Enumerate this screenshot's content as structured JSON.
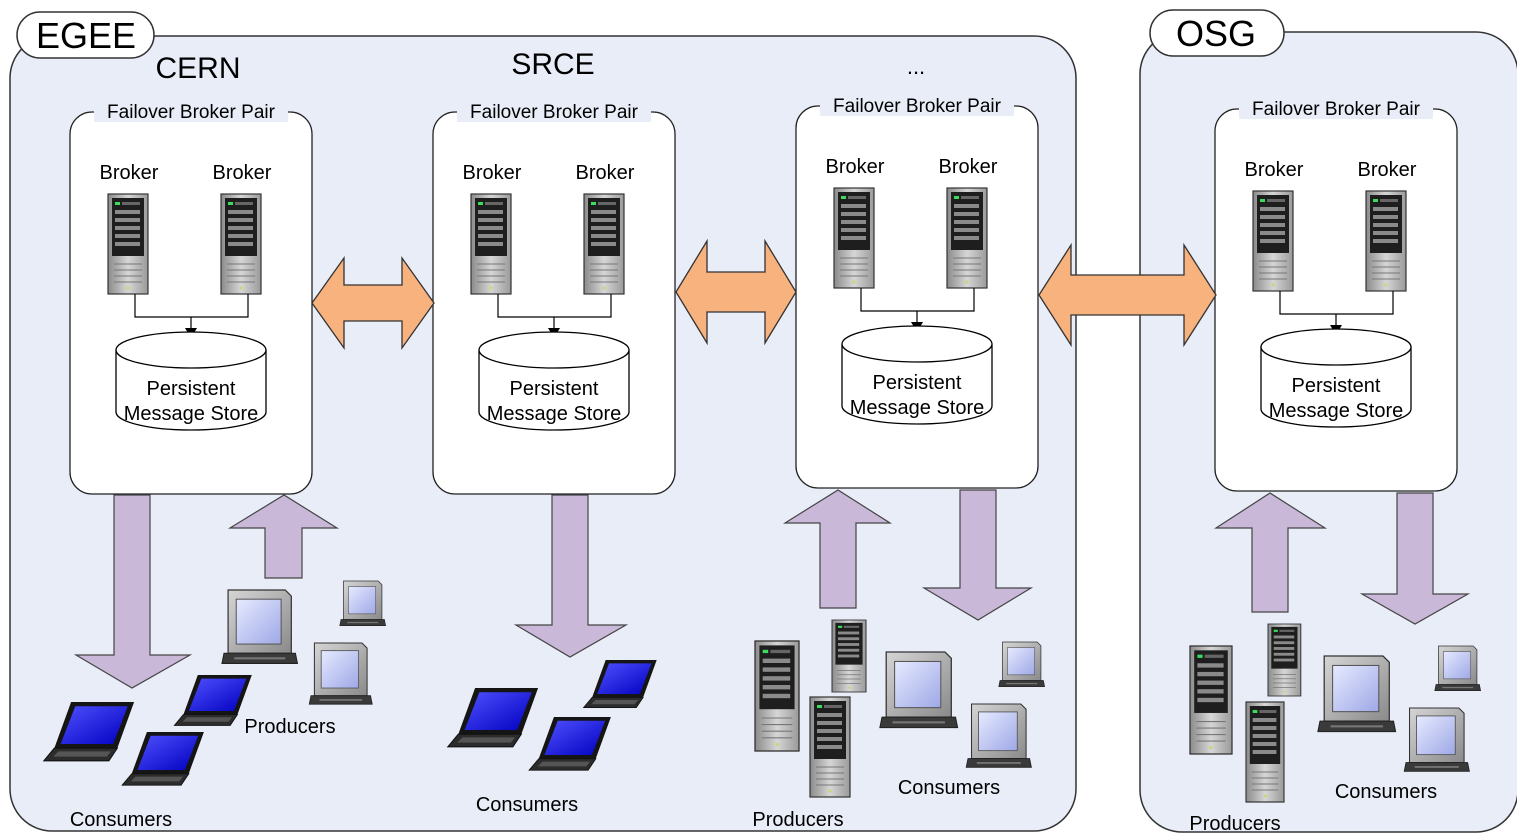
{
  "regions": {
    "egee": {
      "label": "EGEE"
    },
    "osg": {
      "label": "OSG"
    }
  },
  "sites": {
    "cern": "CERN",
    "srce": "SRCE",
    "more": "..."
  },
  "broker_pair": {
    "title": "Failover Broker Pair",
    "broker": "Broker",
    "store_line1": "Persistent",
    "store_line2": "Message Store"
  },
  "clients": {
    "producers": "Producers",
    "consumers": "Consumers"
  },
  "colors": {
    "region_fill": "#e8edf7",
    "exchange_arrow": "#f7b27e",
    "client_arrow": "#c9b8d8",
    "laptop_screen": "#1a1adf",
    "monitor_screen": "#c8d0f2"
  }
}
